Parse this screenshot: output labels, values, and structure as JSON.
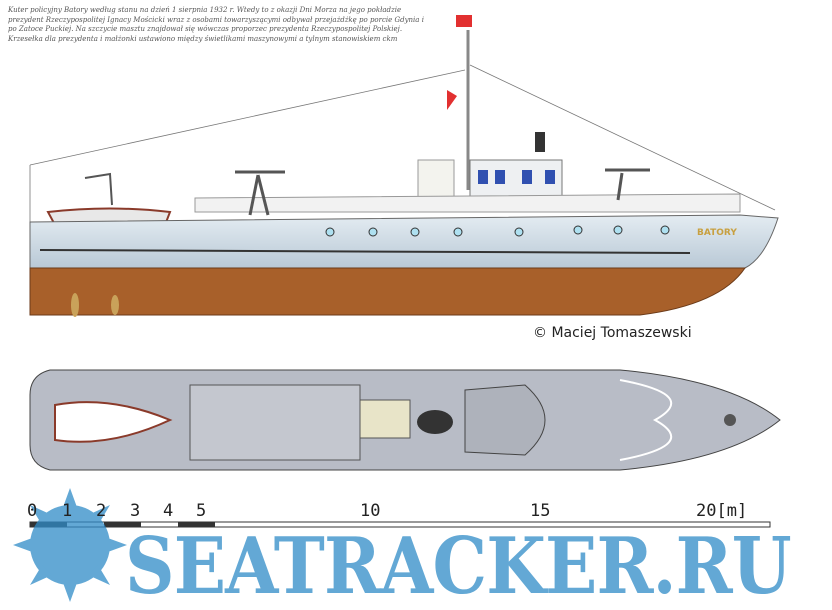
{
  "title": "Kuter policyjny Batory",
  "hull_name": "BATORY",
  "copyright": "© Maciej Tomaszewski",
  "scale": {
    "ticks": [
      "0",
      "1",
      "2",
      "3",
      "4",
      "5",
      "10",
      "15",
      "20[m]"
    ],
    "values_m": [
      0,
      1,
      2,
      3,
      4,
      5,
      10,
      15,
      20
    ]
  },
  "watermark": "SEATRACKER.RU",
  "caption": "Kuter policyjny Batory według stanu na dzień 1 sierpnia 1932 r. Wtedy to z okazji Dni Morza na jego pokładzie prezydent Rzeczypospolitej Ignacy Mościcki wraz z osobami towarzyszącymi odbywał przejażdżkę po porcie Gdynia i po Zatoce Puckiej. Na szczycie masztu znajdował się wówczas proporzec prezydenta Rzeczypospolitej Polskiej. Krzesełka dla prezydenta i małżonki ustawiono między świetlikami maszynowymi a tylnym stanowiskiem ckm",
  "colors": {
    "hull_upper": "#c9d6e0",
    "hull_bottom": "#a8602a",
    "deck": "#b8bcc6",
    "watermark": "#2f8cc7"
  }
}
